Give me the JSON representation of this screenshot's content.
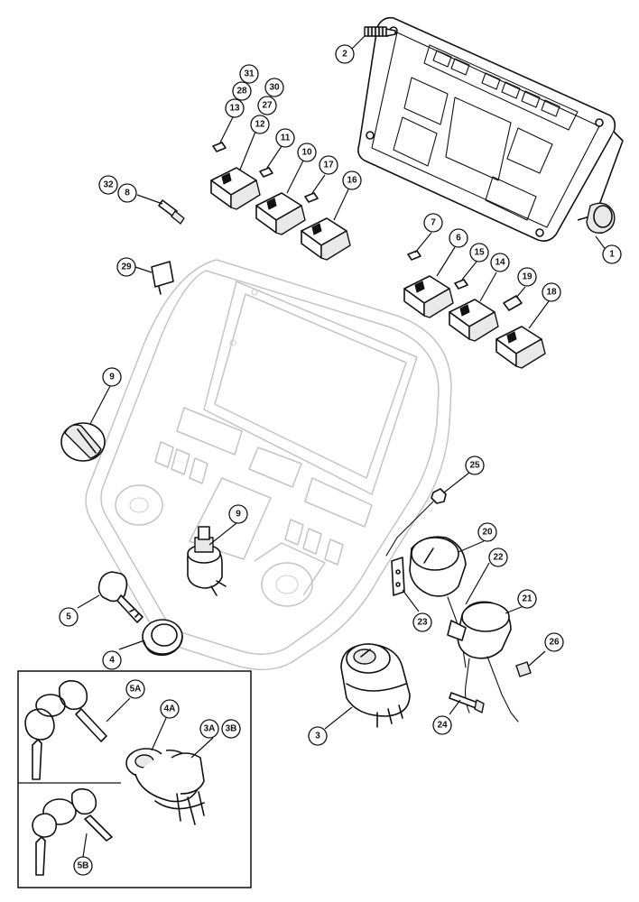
{
  "figure": {
    "callouts": [
      {
        "id": "c1",
        "label": "1"
      },
      {
        "id": "c2",
        "label": "2"
      },
      {
        "id": "c31",
        "label": "31"
      },
      {
        "id": "c28",
        "label": "28"
      },
      {
        "id": "c30",
        "label": "30"
      },
      {
        "id": "c27",
        "label": "27"
      },
      {
        "id": "c13",
        "label": "13"
      },
      {
        "id": "c12",
        "label": "12"
      },
      {
        "id": "c11",
        "label": "11"
      },
      {
        "id": "c10",
        "label": "10"
      },
      {
        "id": "c17",
        "label": "17"
      },
      {
        "id": "c16",
        "label": "16"
      },
      {
        "id": "c32",
        "label": "32"
      },
      {
        "id": "c8",
        "label": "8"
      },
      {
        "id": "c7",
        "label": "7"
      },
      {
        "id": "c6",
        "label": "6"
      },
      {
        "id": "c15",
        "label": "15"
      },
      {
        "id": "c14",
        "label": "14"
      },
      {
        "id": "c19",
        "label": "19"
      },
      {
        "id": "c18",
        "label": "18"
      },
      {
        "id": "c29",
        "label": "29"
      },
      {
        "id": "c9a",
        "label": "9"
      },
      {
        "id": "c9b",
        "label": "9"
      },
      {
        "id": "c25",
        "label": "25"
      },
      {
        "id": "c20",
        "label": "20"
      },
      {
        "id": "c22",
        "label": "22"
      },
      {
        "id": "c21",
        "label": "21"
      },
      {
        "id": "c5",
        "label": "5"
      },
      {
        "id": "c4",
        "label": "4"
      },
      {
        "id": "c23",
        "label": "23"
      },
      {
        "id": "c26",
        "label": "26"
      },
      {
        "id": "c3",
        "label": "3"
      },
      {
        "id": "c24",
        "label": "24"
      },
      {
        "id": "c5a",
        "label": "5A"
      },
      {
        "id": "c4a",
        "label": "4A"
      },
      {
        "id": "c3a",
        "label": "3A"
      },
      {
        "id": "c3b",
        "label": "3B"
      },
      {
        "id": "c5b",
        "label": "5B"
      }
    ]
  }
}
